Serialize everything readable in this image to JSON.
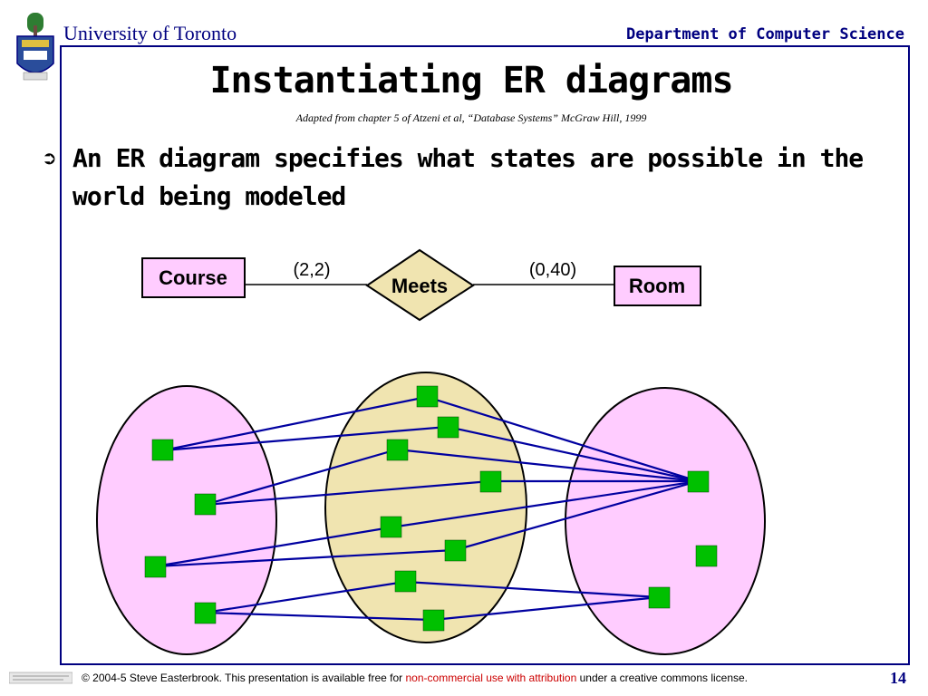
{
  "header": {
    "university": "University of Toronto",
    "department": "Department of Computer Science"
  },
  "slide": {
    "title": "Instantiating ER diagrams",
    "subtitle": "Adapted from chapter 5 of Atzeni et al, “Database Systems” McGraw Hill, 1999",
    "bullet": "An ER diagram specifies what states are possible in the world being modeled"
  },
  "er": {
    "entity1": "Course",
    "relationship": "Meets",
    "entity2": "Room",
    "card1": "(2,2)",
    "card2": "(0,40)"
  },
  "colors": {
    "navy": "#000080",
    "entity_fill": "#ffccff",
    "relationship_fill": "#f0e4b0",
    "instance": "#00c000",
    "link": "#0000a0"
  },
  "footer": {
    "copyright": "© 2004-5 Steve Easterbrook. This presentation is available free for",
    "license": "non-commercial use with attribution",
    "tail": "under a creative commons license.",
    "page": "14"
  }
}
